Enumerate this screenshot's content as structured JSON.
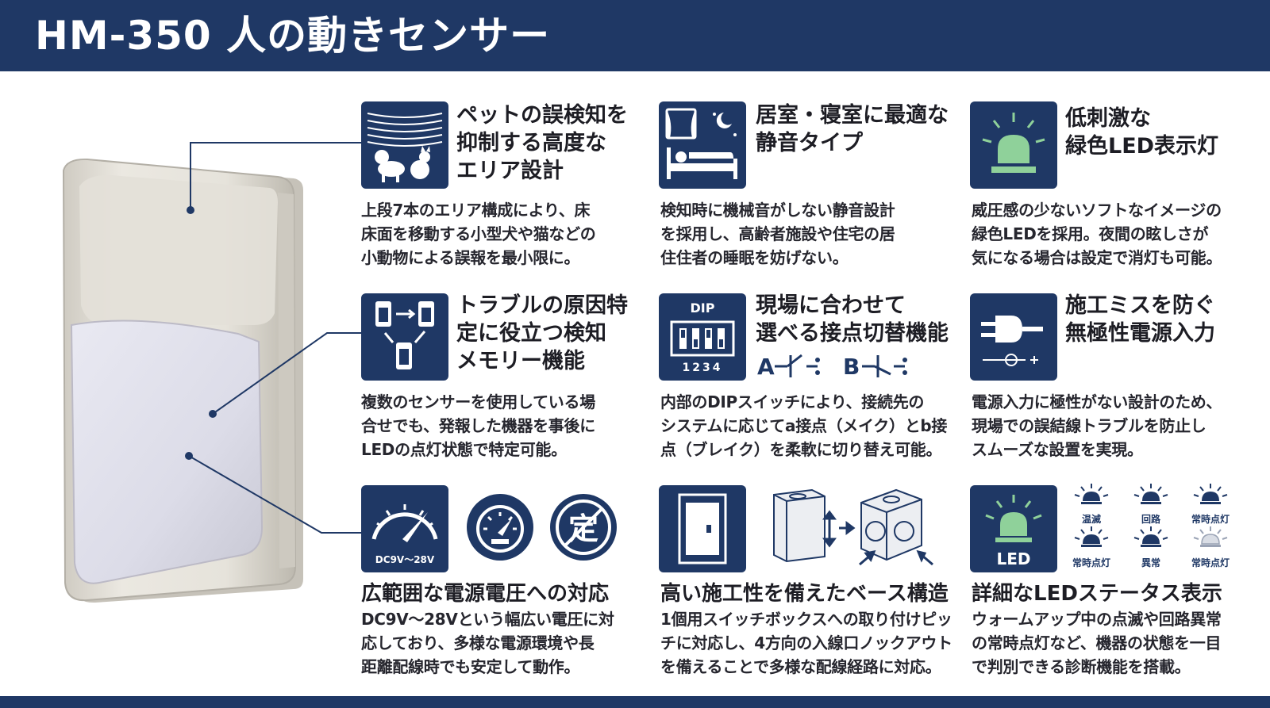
{
  "header": {
    "title": "HM-350 人の動きセンサー"
  },
  "features": [
    {
      "title": "ペットの誤検知を\n抑制する高度な\nエリア設計",
      "body": "上段7本のエリア構成により、床\n床面を移動する小型犬や猫などの\n小動物による誤報を最小限に。",
      "icon": "pet-area-icon"
    },
    {
      "title": "居室・寝室に最適な\n静音タイプ",
      "body": "検知時に機械音がしない静音設計\nを採用し、高齢者施設や住宅の居\n住住者の睡眠を妨げない。",
      "icon": "bedroom-icon"
    },
    {
      "title": "低刺激な\n緑色LED表示灯",
      "body": "威圧感の少ないソフトなイメージの\n緑色LEDを採用。夜間の眩しさが\n気になる場合は設定で消灯も可能。",
      "icon": "green-led-icon"
    },
    {
      "title": "トラブルの原因特\n定に役立つ検知\nメモリー機能",
      "body": "複数のセンサーを使用している場\n合せでも、発報した機器を事後に\nLEDの点灯状態で特定可能。",
      "icon": "memory-icon"
    },
    {
      "title": "現場に合わせて\n選べる接点切替機能",
      "body": "内部のDIPスイッチにより、接続先の\nシステムに応じてa接点（メイク）とb接\n点（ブレイク）を柔軟に切り替え可能。",
      "icon": "dip-switch-icon",
      "dip_label": "DIP",
      "dip_numbers": "1234",
      "contact_a": "A",
      "contact_b": "B"
    },
    {
      "title": "施工ミスを防ぐ\n無極性電源入力",
      "body": "電源入力に極性がない設計のため、\n現場での誤結線トラブルを防止し\nスムーズな設置を実現。",
      "icon": "plug-icon"
    },
    {
      "title": "広範囲な電源電圧への対応",
      "body": "DC9V～28Vという幅広い電圧に対\n応しており、多様な電源環境や長\n距離配線時でも安定して動作。",
      "icon": "gauge-icon",
      "gauge_label": "DC9V～28V",
      "stamp_char": "定"
    },
    {
      "title": "高い施工性を備えたベース構造",
      "body": "1個用スイッチボックスへの取り付けピッ\nチに対応し、4方向の入線口ノックアウト\nを備えることで多様な配線経路に対応。",
      "icon": "switch-plate-icon"
    },
    {
      "title": "詳細なLEDステータス表示",
      "body": "ウォームアップ中の点滅や回路異常\nの常時点灯など、機器の状態を一目\nで判別できる診断機能を搭載。",
      "icon": "led-status-icon",
      "led_text": "LED"
    }
  ],
  "led_states": [
    "温滅",
    "回路",
    "常時点灯",
    "常時点灯",
    "異常",
    "常時点灯"
  ],
  "colors": {
    "navy": "#1f3865",
    "green": "#8fd19a",
    "white": "#ffffff"
  }
}
